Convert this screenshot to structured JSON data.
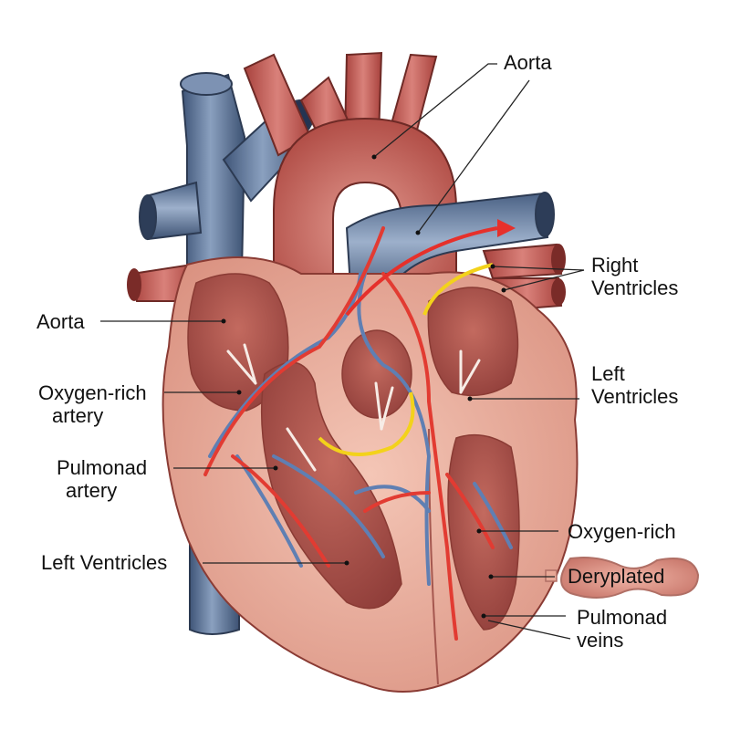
{
  "diagram": {
    "subject": "Human heart cross-section",
    "colors": {
      "artery_red": "#c2544f",
      "vein_blue": "#5b7396",
      "muscle_pink": "#e8a896",
      "chamber_dark": "#a34a45",
      "flow_arrow_red": "#e6302b",
      "flow_yellow": "#f3d21b",
      "label_text": "#111111",
      "leader_line": "#222222"
    }
  },
  "labels": {
    "top_aorta": {
      "text": "Aorta"
    },
    "right_ventricles": {
      "line1": "Right",
      "line2": "Ventricles"
    },
    "left_aorta": {
      "text": "Aorta"
    },
    "oxygen_rich_artery": {
      "line1": "Oxygen-rich",
      "line2": "artery"
    },
    "left_ventricles_right": {
      "line1": "Left",
      "line2": "Ventricles"
    },
    "pulmonad_artery": {
      "line1": "Pulmonad",
      "line2": "artery"
    },
    "left_ventricles_left": {
      "text": "Left Ventricles"
    },
    "oxygen_rich": {
      "text": "Oxygen-rich"
    },
    "deryplated": {
      "text": "Deryplated"
    },
    "pulmonad_veins": {
      "line1": "Pulmonad",
      "line2": "veins"
    }
  }
}
